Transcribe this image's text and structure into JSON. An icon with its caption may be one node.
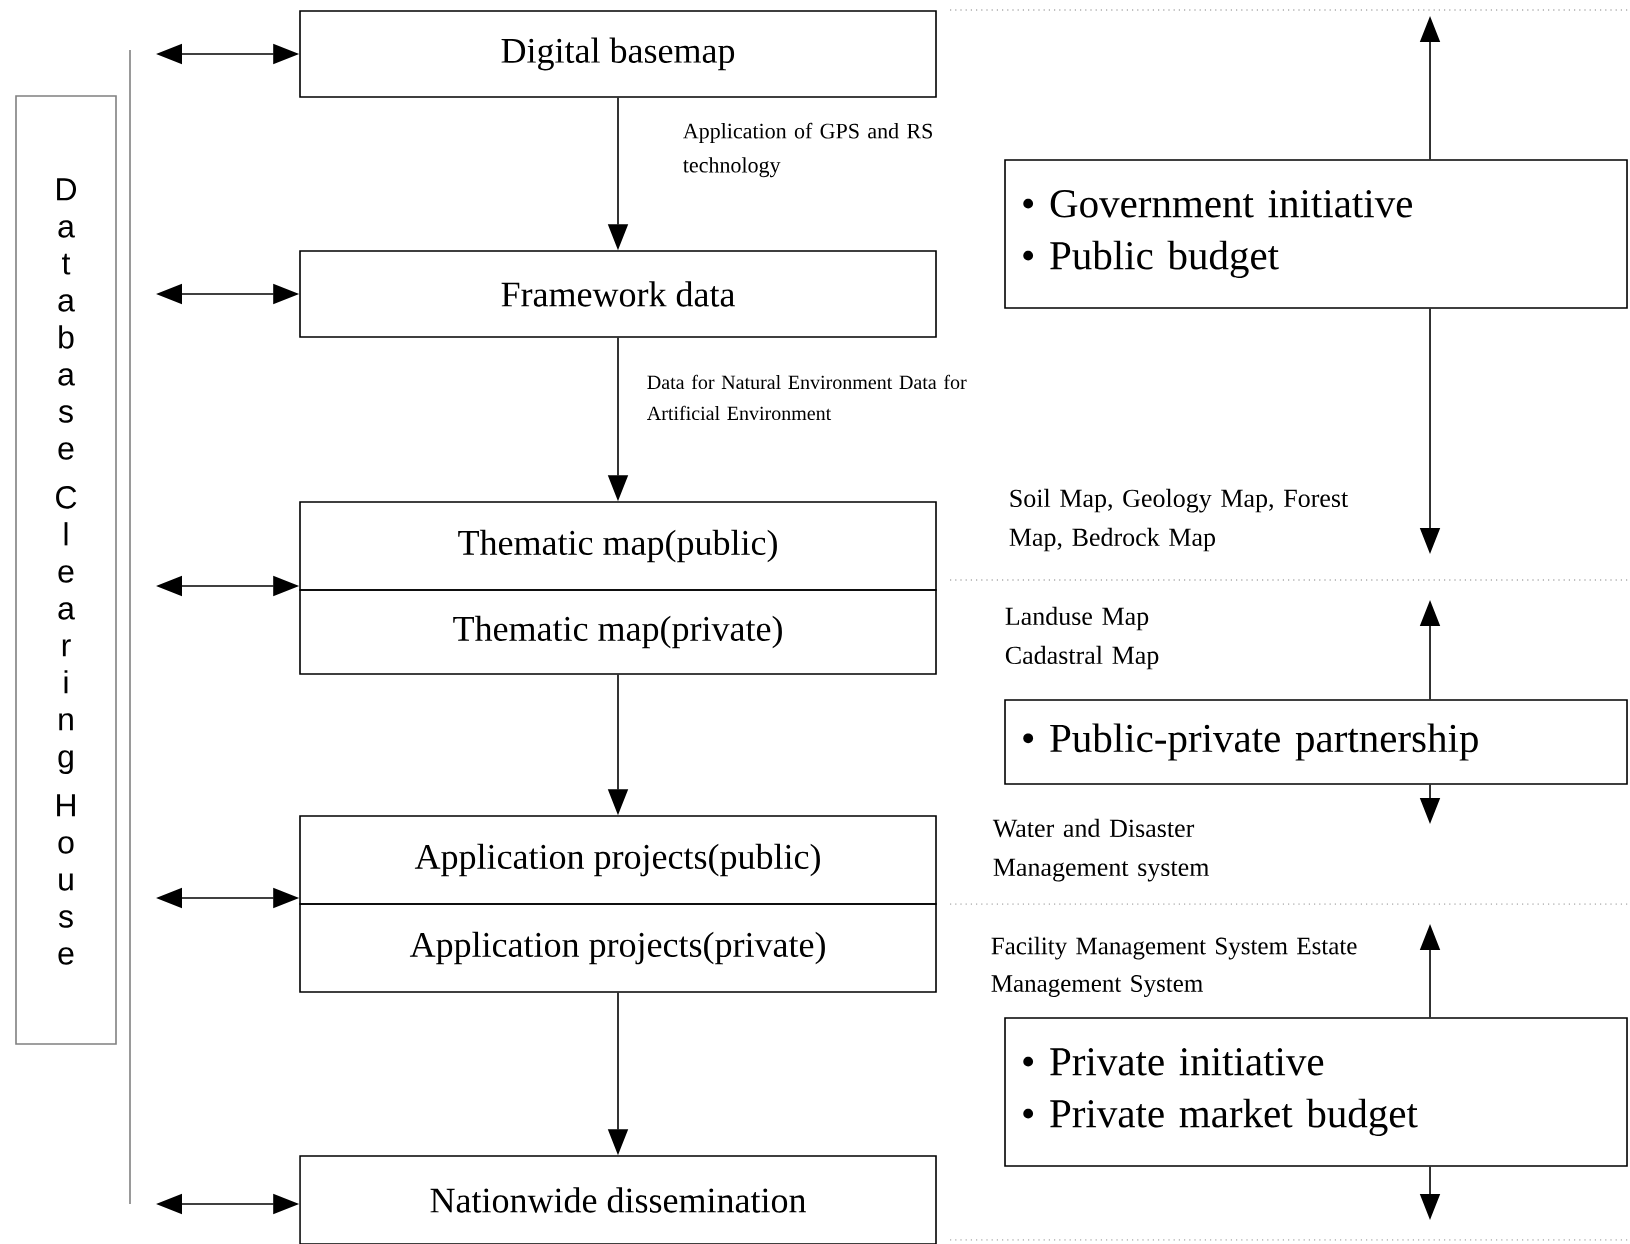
{
  "diagram": {
    "nodes": [
      {
        "text": [
          "Database Clearing House"
        ]
      },
      {
        "text": [
          "Digital basemap"
        ]
      },
      {
        "text": [
          "Framework data"
        ]
      },
      {
        "text": [
          "Thematic map(public)"
        ]
      },
      {
        "text": [
          "Thematic map(private)"
        ]
      },
      {
        "text": [
          "Application projects(public)"
        ]
      },
      {
        "text": [
          "Application projects(private)"
        ]
      },
      {
        "text": [
          "Nationwide dissemination"
        ]
      },
      {
        "text": [
          "• Government initiative",
          "• Public budget"
        ]
      },
      {
        "text": [
          "• Public-private partnership"
        ]
      },
      {
        "text": [
          "• Private initiative",
          "• Private market budget"
        ]
      }
    ],
    "edges": [
      {
        "from": null,
        "to": 1,
        "arrow": "both"
      },
      {
        "from": null,
        "to": 2,
        "arrow": "both"
      },
      {
        "from": null,
        "to": 3,
        "arrow": "both"
      },
      {
        "from": null,
        "to": 5,
        "arrow": "both"
      },
      {
        "from": null,
        "to": 7,
        "arrow": "both"
      },
      {
        "from": 1,
        "to": 2,
        "arrow": "to",
        "label": "Application of GPS and RS technology"
      },
      {
        "from": 2,
        "to": 3,
        "arrow": "to",
        "label": "Data for Natural Environment Data for Artificial Environment"
      },
      {
        "from": 4,
        "to": 5,
        "arrow": "to"
      },
      {
        "from": 6,
        "to": 7,
        "arrow": "to"
      },
      {
        "from": 8,
        "to": null,
        "arrow": "to"
      },
      {
        "from": 8,
        "to": null,
        "arrow": "to"
      },
      {
        "from": 9,
        "to": null,
        "arrow": "to"
      },
      {
        "from": 9,
        "to": null,
        "arrow": "to"
      },
      {
        "from": 10,
        "to": null,
        "arrow": "to"
      },
      {
        "from": 10,
        "to": null,
        "arrow": "to"
      }
    ],
    "labels": [
      "Soil Map, Geology Map, Forest Map, Bedrock Map",
      "Landuse Map Cadastral Map",
      "Water and Disaster Management system",
      "Facility Management System Estate Management System"
    ]
  }
}
